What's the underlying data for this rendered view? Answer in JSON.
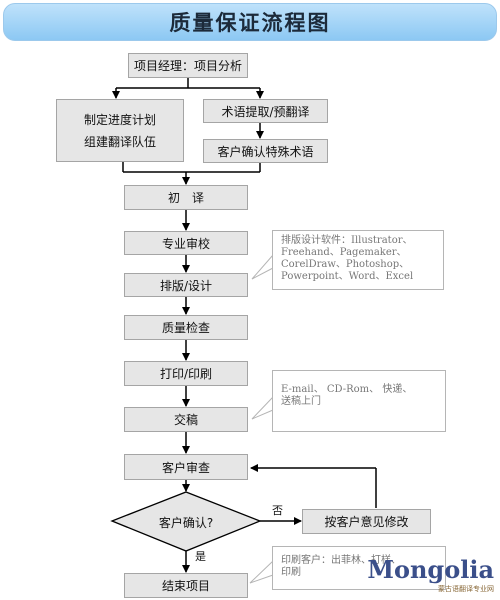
{
  "title": "质量保证流程图",
  "steps": {
    "project_analysis": "项目经理：项目分析",
    "schedule_line1": "制定进度计划",
    "schedule_line2": "组建翻译队伍",
    "terminology": "术语提取/预翻译",
    "client_terms": "客户确认特殊术语",
    "first_translation": "初　译",
    "professional_review": "专业审校",
    "layout_design": "排版/设计",
    "quality_check": "质量检查",
    "print": "打印/印刷",
    "delivery": "交稿",
    "client_review": "客户审查",
    "client_confirm": "客户确认?",
    "revise": "按客户意见修改",
    "end_project": "结束项目"
  },
  "labels": {
    "no": "否",
    "yes": "是"
  },
  "notes": {
    "layout_software": "排版设计软件：Illustrator、\nFreehand、Pagemaker、\nCorelDraw、Photoshop、\nPowerpoint、Word、Excel",
    "delivery_methods": "E-mail、 CD-Rom、 快递、\n送稿上门",
    "print_clients": "印刷客户：出菲林、打样、\n印刷"
  },
  "logo": {
    "word": "Mongolia",
    "subtitle": "蒙古语翻译专业网"
  }
}
